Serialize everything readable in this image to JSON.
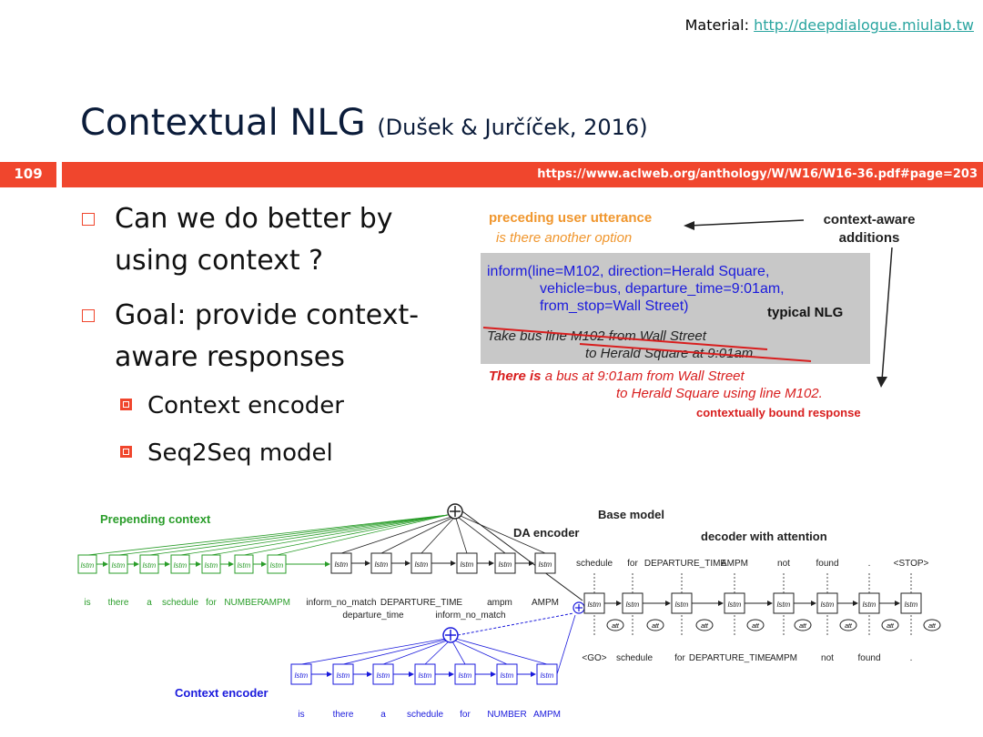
{
  "header": {
    "material_label": "Material: ",
    "material_link": "http://deepdialogue.miulab.tw"
  },
  "title": {
    "main": "Contextual NLG",
    "citation": "(Dušek & Jurčíček, 2016)"
  },
  "slide_number": "109",
  "bar_url": "https://www.aclweb.org/anthology/W/W16/W16-36.pdf#page=203",
  "bullets": [
    {
      "lines": [
        "Can we do better by",
        "using context ?"
      ]
    },
    {
      "lines": [
        "Goal: provide context-",
        "aware responses"
      ]
    }
  ],
  "sub_bullets": [
    "Context encoder",
    "Seq2Seq model"
  ],
  "nlg_figure": {
    "preceding_label": "preceding user utterance",
    "preceding_text": "is there another option",
    "context_label_1": "context-aware",
    "context_label_2": "additions",
    "da_lines": [
      "inform(line=M102, direction=Herald Square,",
      "vehicle=bus, departure_time=9:01am,",
      "from_stop=Wall Street)"
    ],
    "typical_label": "typical NLG",
    "struck_1": "Take bus line M102 from Wall Street",
    "struck_2": "to Herald Square at 9:01am.",
    "resp_bold": "There is",
    "resp_1": " a bus at 9:01am from Wall Street",
    "resp_2": "to Herald Square using line M102.",
    "bound_label": "contextually bound response",
    "colors": {
      "accent": "#f0462d",
      "gray_box": "#c8c8c8",
      "blue_text": "#1a1adc",
      "orange": "#f0962d",
      "red": "#d81e1e"
    }
  },
  "arch_figure": {
    "prepending_label": "Prepending context",
    "base_model_label": "Base model",
    "da_encoder_label": "DA encoder",
    "decoder_label": "decoder with attention",
    "context_encoder_label": "Context encoder",
    "cell_label": "lstm",
    "att_label": "att",
    "prepend_tokens": [
      "is",
      "there",
      "a",
      "schedule",
      "for",
      "NUMBER",
      "AMPM"
    ],
    "da_tokens_top": [
      "inform_no_match",
      "DEPARTURE_TIME",
      "ampm",
      "AMPM"
    ],
    "da_tokens_bottom": [
      "departure_time",
      "inform_no_match"
    ],
    "decoder_outputs": [
      "schedule",
      "for",
      "DEPARTURE_TIME",
      "AMPM",
      "not",
      "found",
      ".",
      "<STOP>"
    ],
    "decoder_inputs": [
      "<GO>",
      "schedule",
      "for",
      "DEPARTURE_TIME",
      "AMPM",
      "not",
      "found",
      "."
    ],
    "context_tokens": [
      "is",
      "there",
      "a",
      "schedule",
      "for",
      "NUMBER",
      "AMPM"
    ],
    "colors": {
      "green": "#2a9d2a",
      "blue": "#1a1adc",
      "black": "#222222"
    }
  }
}
